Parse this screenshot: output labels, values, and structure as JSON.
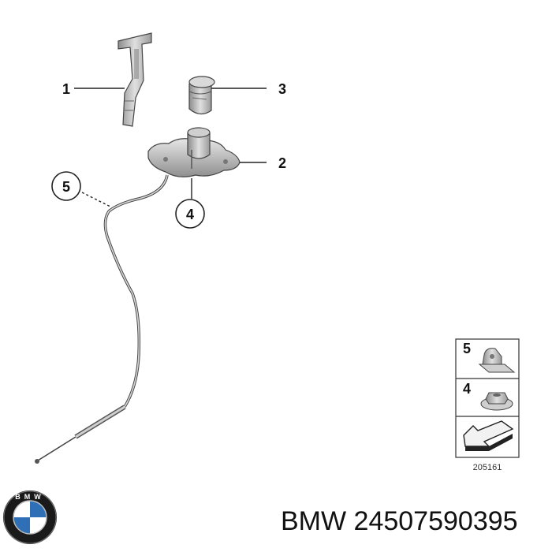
{
  "diagram": {
    "callouts": [
      {
        "id": "1",
        "text": "1"
      },
      {
        "id": "2",
        "text": "2"
      },
      {
        "id": "3",
        "text": "3"
      },
      {
        "id": "4",
        "text": "4"
      },
      {
        "id": "5",
        "text": "5"
      }
    ],
    "legend": {
      "items": [
        {
          "number": "5",
          "icon": "clip-nut-icon"
        },
        {
          "number": "4",
          "icon": "hex-nut-icon"
        },
        {
          "icon": "direction-arrow-icon"
        }
      ],
      "reference": "205161"
    }
  },
  "footer": {
    "brand": "BMW",
    "part_number": "24507590395",
    "logo": "bmw-roundel-logo"
  },
  "colors": {
    "line": "#222222",
    "part_fill": "#d4d4d4",
    "part_shade": "#9a9a9a",
    "logo_blue": "#2f6fb6",
    "logo_ring": "#1a1a1a"
  }
}
